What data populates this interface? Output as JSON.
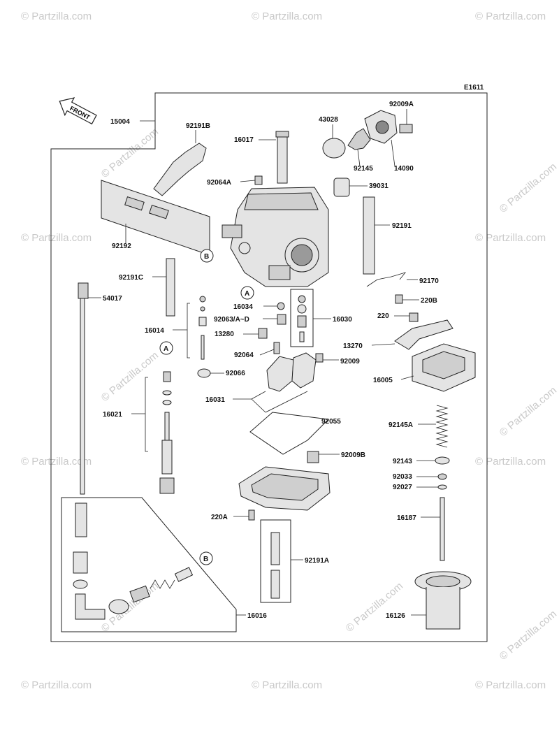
{
  "diagram_id": "E1611",
  "front_label": "FRONT",
  "brand_watermark": "© Partzilla.com",
  "circle_markers": {
    "a": "A",
    "b": "B"
  },
  "parts": {
    "p15004": "15004",
    "p92191B": "92191B",
    "p16017": "16017",
    "p43028": "43028",
    "p92009A": "92009A",
    "p92145": "92145",
    "p14090": "14090",
    "p92064A": "92064A",
    "p39031": "39031",
    "p92191": "92191",
    "p92192": "92192",
    "p92191C": "92191C",
    "p92170": "92170",
    "p54017": "54017",
    "p220B": "220B",
    "p16034": "16034",
    "p16030": "16030",
    "p220": "220",
    "p16014": "16014",
    "p92063": "92063/A~D",
    "p13280": "13280",
    "p13270": "13270",
    "p92064": "92064",
    "p92009": "92009",
    "p92066": "92066",
    "p16005": "16005",
    "p16031": "16031",
    "p16021": "16021",
    "p92055": "92055",
    "p92145A": "92145A",
    "p92009B": "92009B",
    "p92143": "92143",
    "p92033": "92033",
    "p92027": "92027",
    "p220A": "220A",
    "p16187": "16187",
    "p92191A": "92191A",
    "p16016": "16016",
    "p16126": "16126"
  }
}
